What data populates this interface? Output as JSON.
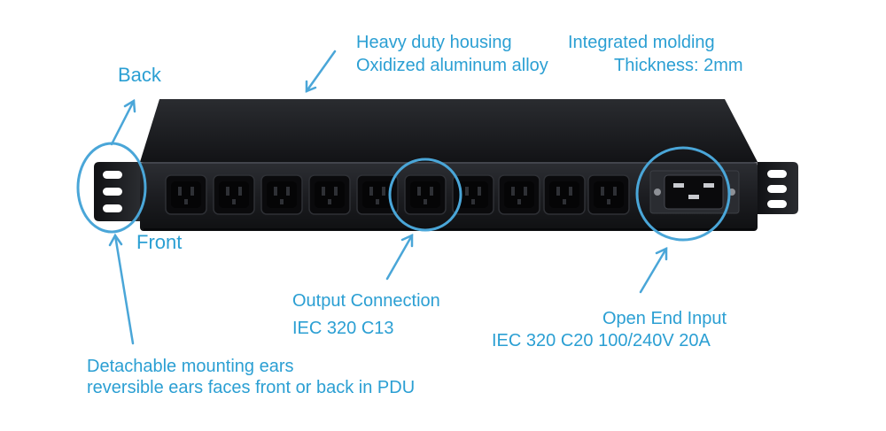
{
  "annotations": {
    "housing_line1": "Heavy duty housing",
    "molding_line1": "Integrated molding",
    "housing_line2": "Oxidized aluminum alloy",
    "molding_line2": "Thickness: 2mm",
    "back": "Back",
    "front": "Front",
    "output_title": "Output Connection",
    "output_spec": "IEC 320 C13",
    "input_title": "Open End Input",
    "input_spec": "IEC 320 C20 100/240V 20A",
    "ears_line1": "Detachable mounting ears",
    "ears_line2": "reversible ears faces front or back in PDU"
  },
  "product": {
    "outlet_count": 10,
    "input_count": 1
  },
  "colors": {
    "annotation": "#2b9fd3",
    "housing": "#1b1c1f",
    "outlet": "#0d0d0f"
  }
}
